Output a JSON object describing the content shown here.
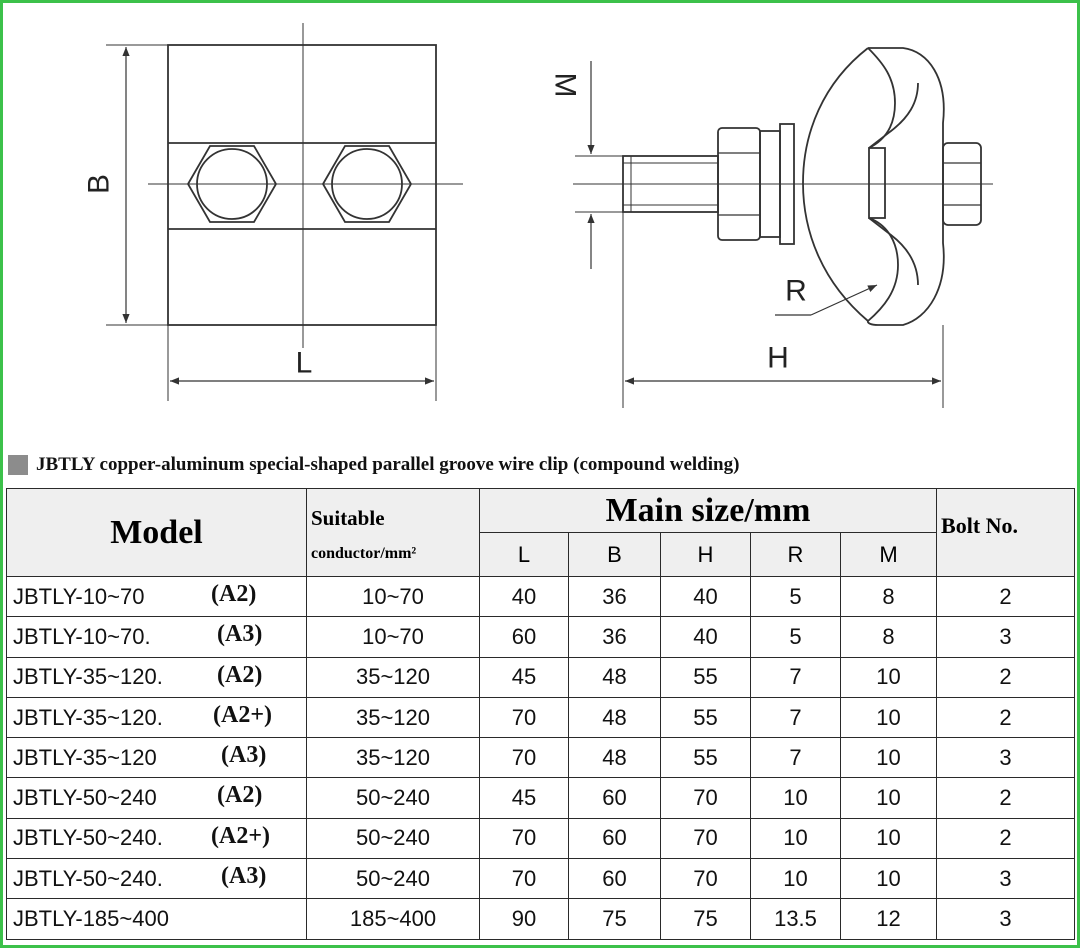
{
  "drawing_labels": {
    "B": "B",
    "L": "L",
    "M": "M",
    "R": "R",
    "H": "H"
  },
  "section_title": "JBTLY copper-aluminum special-shaped parallel groove wire clip (compound welding)",
  "table": {
    "header": {
      "model": "Model",
      "suitable_line1": "Suitable",
      "suitable_line2": "conductor/mm²",
      "main_size": "Main size/mm",
      "bolt": "Bolt No.",
      "sub": [
        "L",
        "B",
        "H",
        "R",
        "M"
      ]
    },
    "rows": [
      {
        "model": "JBTLY-10~70",
        "variant": "(A2)",
        "conductor": "10~70",
        "L": "40",
        "B": "36",
        "H": "40",
        "R": "5",
        "M": "8",
        "bolt": "2"
      },
      {
        "model": "JBTLY-10~70.",
        "variant": "(A3)",
        "conductor": "10~70",
        "L": "60",
        "B": "36",
        "H": "40",
        "R": "5",
        "M": "8",
        "bolt": "3"
      },
      {
        "model": "JBTLY-35~120.",
        "variant": "(A2)",
        "conductor": "35~120",
        "L": "45",
        "B": "48",
        "H": "55",
        "R": "7",
        "M": "10",
        "bolt": "2"
      },
      {
        "model": "JBTLY-35~120.",
        "variant": "(A2+)",
        "conductor": "35~120",
        "L": "70",
        "B": "48",
        "H": "55",
        "R": "7",
        "M": "10",
        "bolt": "2"
      },
      {
        "model": "JBTLY-35~120",
        "variant": "(A3)",
        "conductor": "35~120",
        "L": "70",
        "B": "48",
        "H": "55",
        "R": "7",
        "M": "10",
        "bolt": "3"
      },
      {
        "model": "JBTLY-50~240",
        "variant": "(A2)",
        "conductor": "50~240",
        "L": "45",
        "B": "60",
        "H": "70",
        "R": "10",
        "M": "10",
        "bolt": "2"
      },
      {
        "model": "JBTLY-50~240.",
        "variant": "(A2+)",
        "conductor": "50~240",
        "L": "70",
        "B": "60",
        "H": "70",
        "R": "10",
        "M": "10",
        "bolt": "2"
      },
      {
        "model": "JBTLY-50~240.",
        "variant": "(A3)",
        "conductor": "50~240",
        "L": "70",
        "B": "60",
        "H": "70",
        "R": "10",
        "M": "10",
        "bolt": "3"
      },
      {
        "model": "JBTLY-185~400",
        "variant": "",
        "conductor": "185~400",
        "L": "90",
        "B": "75",
        "H": "75",
        "R": "13.5",
        "M": "12",
        "bolt": "3"
      }
    ]
  }
}
